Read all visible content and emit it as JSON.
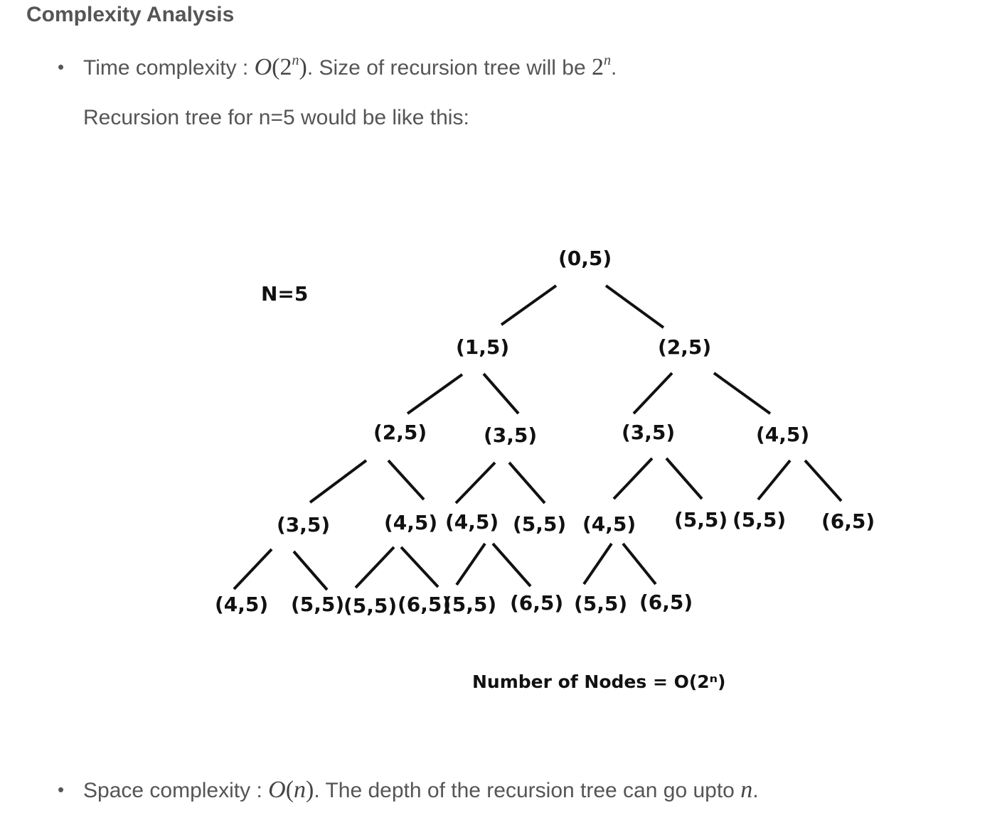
{
  "heading": "Complexity Analysis",
  "time_bullet": {
    "label": "Time complexity : ",
    "math_big_o": "O",
    "math_open": "(2",
    "math_exp": "n",
    "math_close": ")",
    "mid_text": ". Size of recursion tree will be ",
    "size_base": "2",
    "size_exp": "n",
    "end": "."
  },
  "tree_intro": "Recursion tree for n=5 would be like this:",
  "figure": {
    "n_label": "N=5",
    "caption": "Number of Nodes = O(2ⁿ)",
    "nodes": [
      {
        "id": "root",
        "label": "(0,5)"
      },
      {
        "id": "a1",
        "label": "(1,5)"
      },
      {
        "id": "a2",
        "label": "(2,5)"
      },
      {
        "id": "b1",
        "label": "(2,5)"
      },
      {
        "id": "b2",
        "label": "(3,5)"
      },
      {
        "id": "b3",
        "label": "(3,5)"
      },
      {
        "id": "b4",
        "label": "(4,5)"
      },
      {
        "id": "c1",
        "label": "(3,5)"
      },
      {
        "id": "c2",
        "label": "(4,5)"
      },
      {
        "id": "c3",
        "label": "(4,5)"
      },
      {
        "id": "c4",
        "label": "(5,5)"
      },
      {
        "id": "c5",
        "label": "(4,5)"
      },
      {
        "id": "c6",
        "label": "(5,5)"
      },
      {
        "id": "c7",
        "label": "(5,5)"
      },
      {
        "id": "c8",
        "label": "(6,5)"
      },
      {
        "id": "d1",
        "label": "(4,5)"
      },
      {
        "id": "d2",
        "label": "(5,5)"
      },
      {
        "id": "d3",
        "label": "(5,5)"
      },
      {
        "id": "d4",
        "label": "(6,5)"
      },
      {
        "id": "d5",
        "label": "(5,5)"
      },
      {
        "id": "d6",
        "label": "(6,5)"
      },
      {
        "id": "d7",
        "label": "(5,5)"
      },
      {
        "id": "d8",
        "label": "(6,5)"
      }
    ]
  },
  "space_bullet": {
    "label": "Space complexity : ",
    "math_big_o": "O",
    "math_open": "(",
    "math_var": "n",
    "math_close": ")",
    "mid_text": ". The depth of the recursion tree can go upto ",
    "end_var": "n",
    "end": "."
  }
}
